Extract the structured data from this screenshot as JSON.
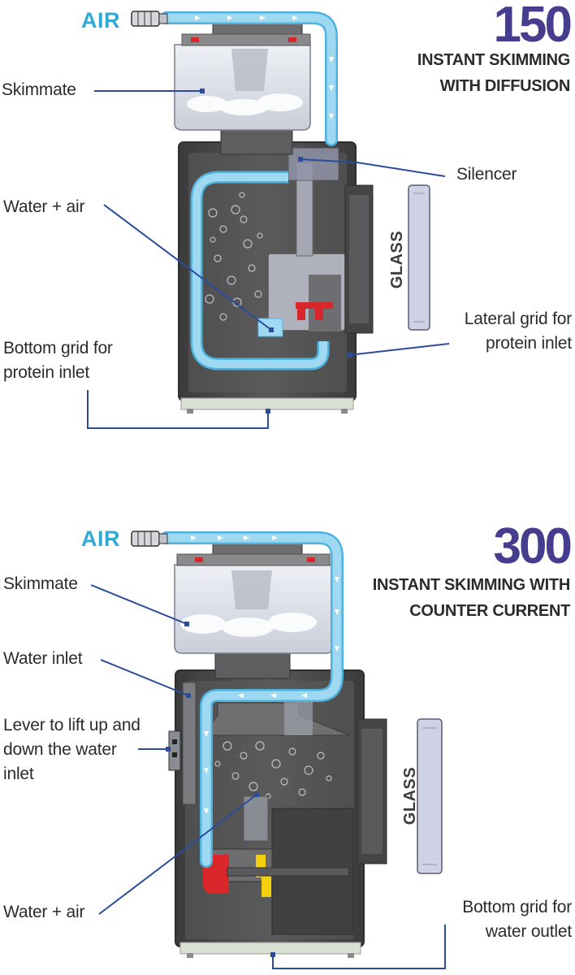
{
  "top": {
    "air": "AIR",
    "model": "150",
    "subtitle": "INSTANT SKIMMING\nWITH DIFFUSION",
    "labels": {
      "skimmate": "Skimmate",
      "silencer": "Silencer",
      "water_air": "Water + air",
      "lateral_grid": "Lateral grid for\nprotein inlet",
      "bottom_grid": "Bottom grid for\nprotein inlet",
      "glass": "GLASS"
    }
  },
  "bottom": {
    "air": "AIR",
    "model": "300",
    "subtitle": "INSTANT SKIMMING WITH\nCOUNTER CURRENT",
    "labels": {
      "skimmate": "Skimmate",
      "water_inlet": "Water inlet",
      "lever": "Lever to lift up and\ndown the water\ninlet",
      "water_air": "Water + air",
      "bottom_grid": "Bottom grid for\nwater outlet",
      "glass": "GLASS"
    }
  },
  "colors": {
    "body": "#4f4f50",
    "body_dark": "#3a3a3b",
    "tube": "#8fd0ef",
    "tube_edge": "#4fb3e0",
    "callout": "#2c4b9a",
    "red_part": "#d9262b",
    "yellow_part": "#f5d10d",
    "cup": "#dfe3ec",
    "glass_panel": "#c9cbe0"
  }
}
